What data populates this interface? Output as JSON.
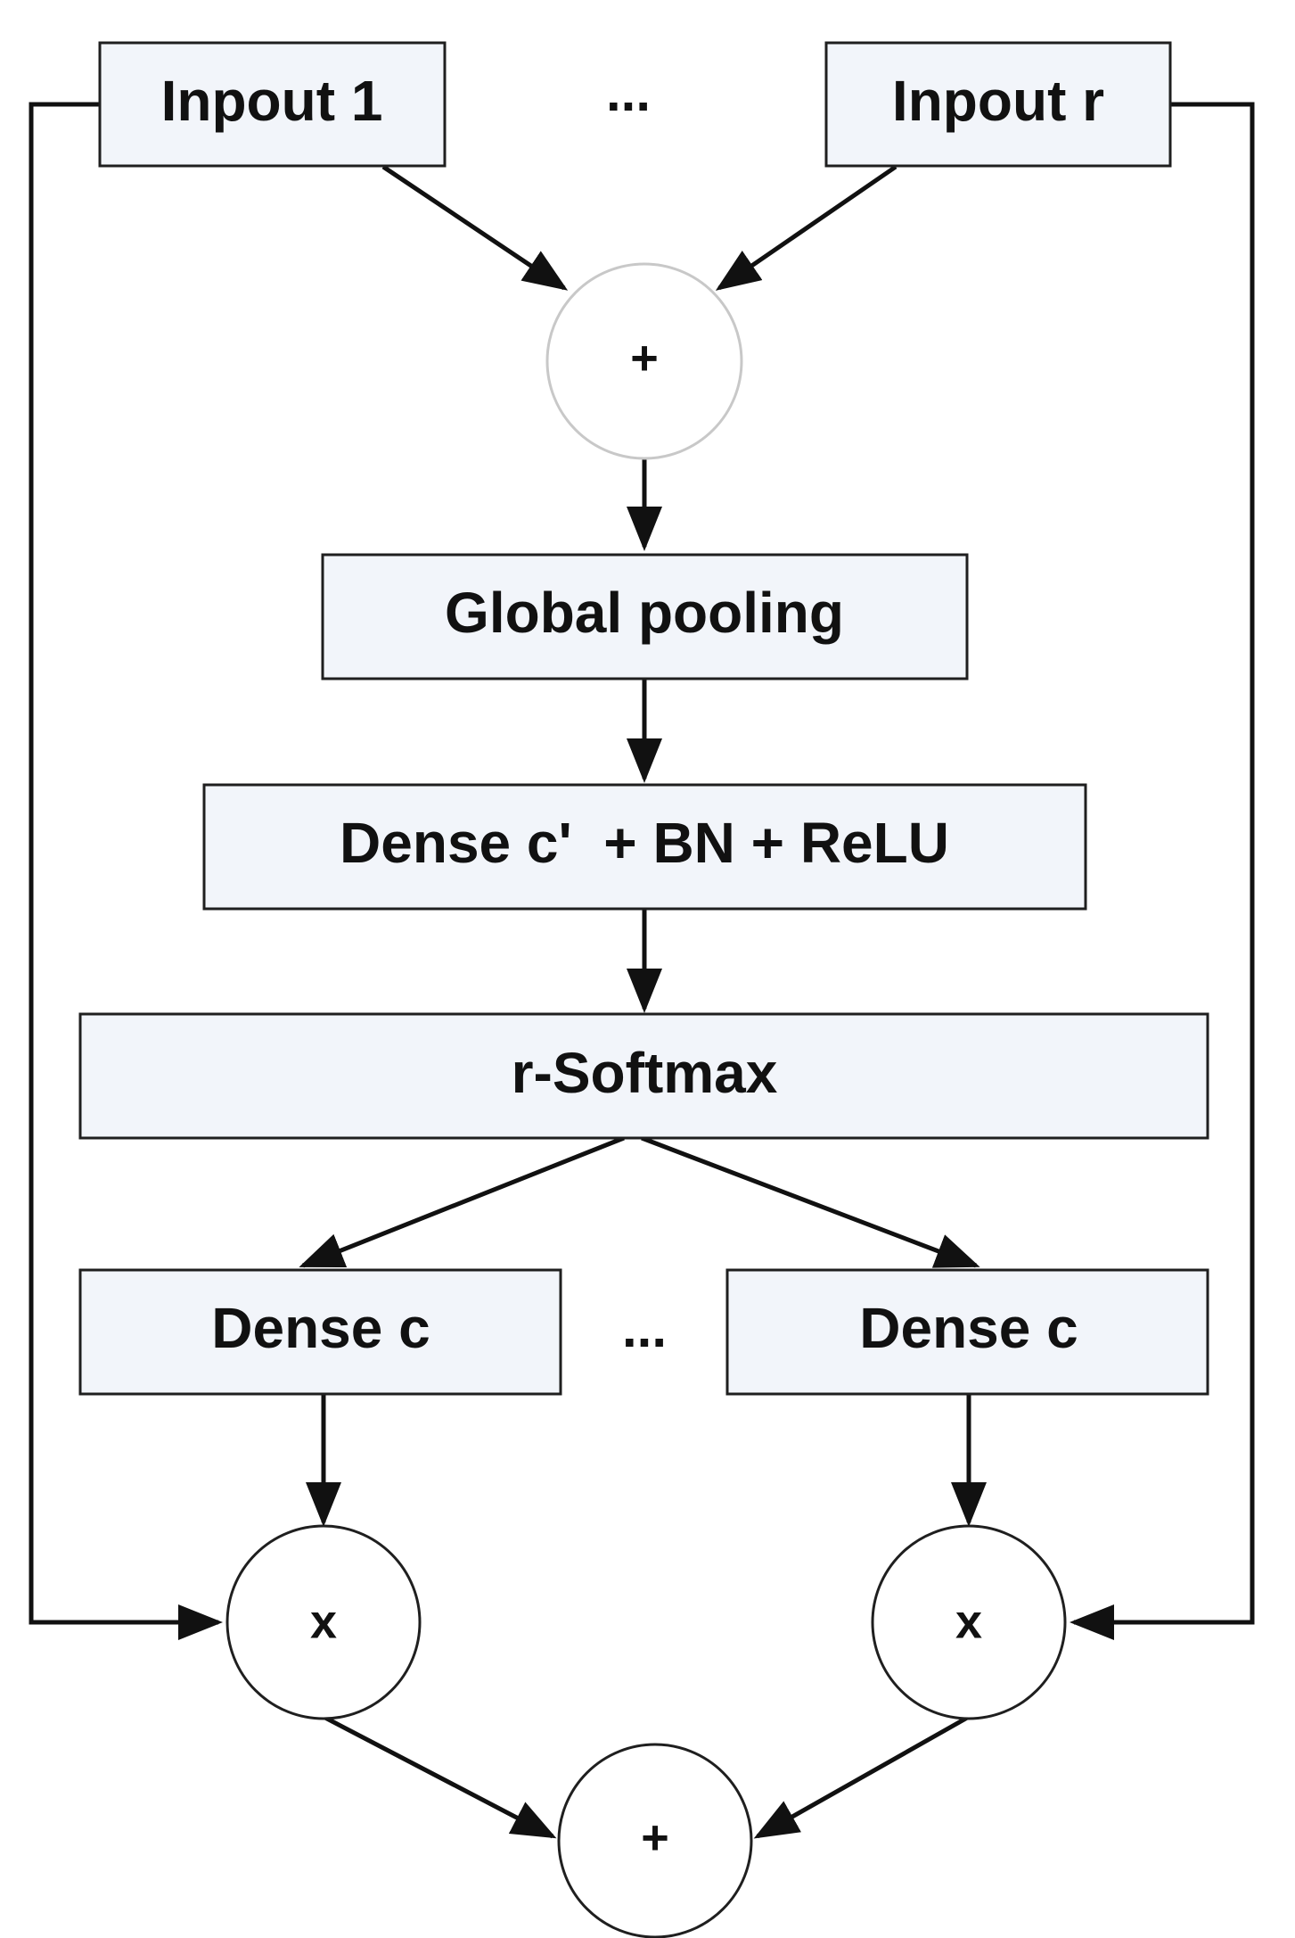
{
  "diagram": {
    "inputs": {
      "first": "Inpout 1",
      "ellipsis": "...",
      "last": "Inpout r"
    },
    "sum_top": "+",
    "global_pooling": "Global pooling",
    "dense_reduce": "Dense c'  + BN + ReLU",
    "softmax": "r-Softmax",
    "dense_branches": {
      "left": "Dense c",
      "ellipsis": "...",
      "right": "Dense c"
    },
    "multiply_left": "x",
    "multiply_right": "x",
    "sum_bottom": "+"
  }
}
